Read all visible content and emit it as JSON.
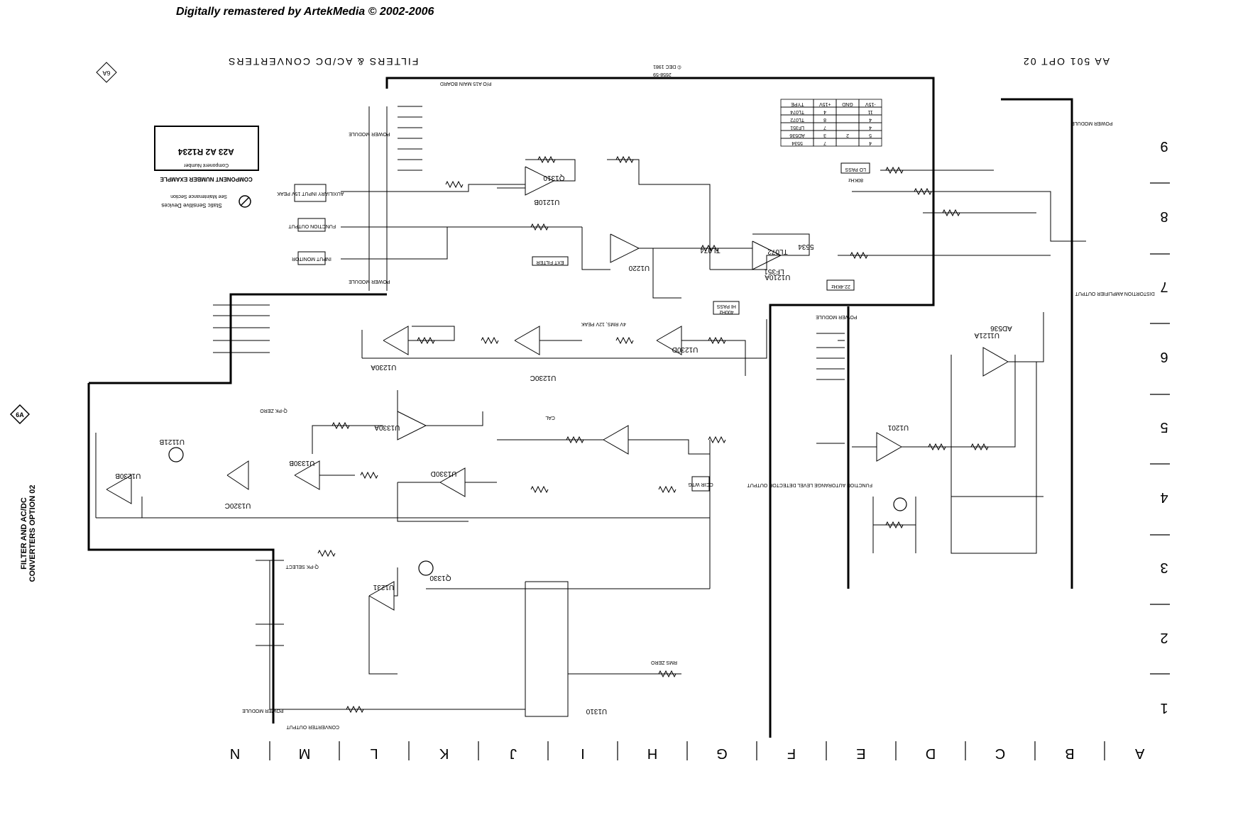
{
  "banner": "Digitally remastered by ArtekMedia © 2002-2006",
  "header": {
    "title_left": "FILTERS & AC/DC CONVERTERS",
    "title_right": "AA 501 OPT 02",
    "date": "© DEC 1981",
    "drawing_number": "2658-59",
    "badge_left": "6A",
    "main_board": "P/O  A15  MAIN BOARD"
  },
  "sidebar": {
    "badge": "6A",
    "line1": "FILTER AND AC/DC",
    "line2": "CONVERTERS OPTION 02"
  },
  "legend": {
    "static_sensitive": "Static Sensitive Devices",
    "see_maintenance": "See Maintenance Section",
    "component_example_title": "COMPONENT NUMBER EXAMPLE",
    "component_number": "Component Number",
    "example": "A23 A2 R1234"
  },
  "type_table": {
    "headers": [
      "TYPE",
      "+15V",
      "GND",
      "-15V"
    ],
    "rows": [
      [
        "TL074",
        "4",
        "",
        "11"
      ],
      [
        "TL072",
        "8",
        "",
        "4"
      ],
      [
        "LF351",
        "7",
        "",
        "4"
      ],
      [
        "AD536",
        "3",
        "2",
        "5"
      ],
      [
        "5534",
        "7",
        "",
        "4"
      ]
    ]
  },
  "components": [
    "U1210B",
    "U1210A",
    "U1220",
    "U1230A",
    "U1230C",
    "U1230D",
    "U1230B",
    "U1320C",
    "U1330B",
    "U1330A",
    "U1330D",
    "U1231",
    "U1310",
    "U1201",
    "U1121A",
    "U1121B",
    "Q1330",
    "Q1310",
    "TL072",
    "TL074",
    "LF351",
    "5534",
    "AD536"
  ],
  "labels": {
    "lo_pass": "LO PASS",
    "hi_pass": "HI PASS",
    "ext_filter": "EXT FILTER",
    "ccir_wtg": "CCIR WTG",
    "rms_peak": "4V RMS, 12V PEAK",
    "input_monitor": "INPUT MONITOR",
    "function_output": "FUNCTION OUTPUT",
    "aux_input": "AUXILIARY INPUT 15V PEAK",
    "converter_output": "CONVERTER OUTPUT",
    "power_module": "POWER MODULE",
    "distortion_output": "DISTORTION AMPLIFIER OUTPUT",
    "function_output_2": "FUNCTION AUTORANGE LEVEL DETECTOR OUTPUT",
    "q_pk_select": "Q-PK SELECT",
    "q_pk_zero": "Q-PK ZERO",
    "rms_zero": "RMS ZERO",
    "cal_25k": "CAL",
    "freq_80khz": "80KHz",
    "freq_22khz": "22.4KHz",
    "freq_400hz": "400Hz"
  },
  "zones": {
    "letters": [
      "N",
      "M",
      "L",
      "K",
      "J",
      "I",
      "H",
      "G",
      "F",
      "E",
      "D",
      "C",
      "B",
      "A"
    ],
    "numbers": [
      "9",
      "8",
      "7",
      "6",
      "5",
      "4",
      "3",
      "2",
      "1"
    ]
  }
}
